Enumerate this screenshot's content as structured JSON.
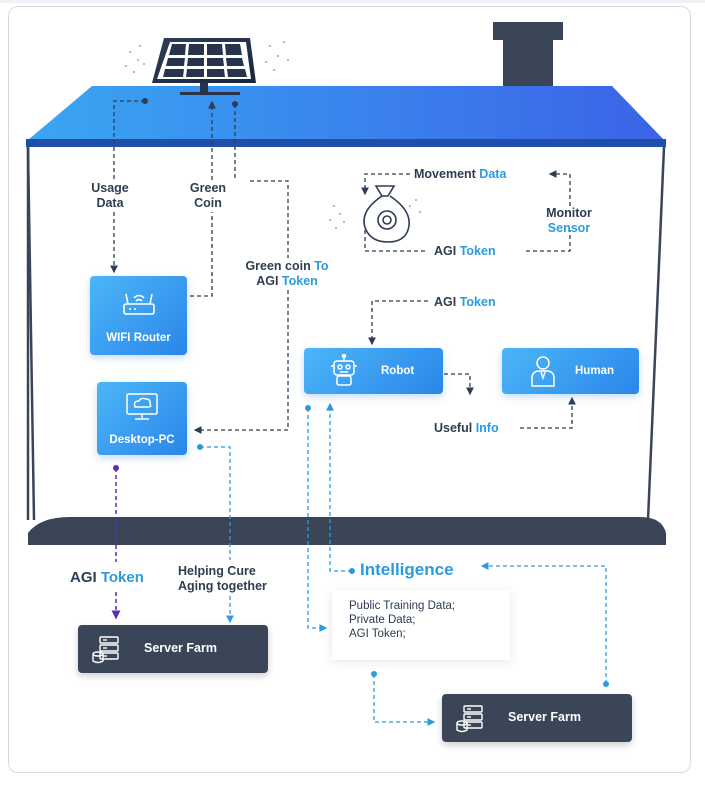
{
  "colors": {
    "roof": "#3a8ef0",
    "roof_edge": "#1f4fa8",
    "accent_text": "#2a9be0",
    "dark_text": "#2e3d52",
    "card_blue": "#3a9cf0",
    "dark_card": "#3a4558",
    "purple_line": "#5a2fb8"
  },
  "labels": {
    "usage_data": [
      "Usage",
      "Data"
    ],
    "green_coin": [
      "Green",
      "Coin"
    ],
    "green_coin_to_agi": {
      "part1": "Green coin ",
      "part2": "To",
      "line2a": "AGI ",
      "line2b": "Token"
    },
    "movement_data": {
      "part1": "Movement ",
      "part2": "Data"
    },
    "monitor_sensor": {
      "line1": "Monitor",
      "line2": "Sensor"
    },
    "agi_token_loop": {
      "part1": "AGI ",
      "part2": "Token"
    },
    "agi_token_robot": {
      "part1": "AGI ",
      "part2": "Token"
    },
    "useful_info": {
      "part1": "Useful ",
      "part2": "Info"
    },
    "agi_token_bottom": {
      "part1": "AGI ",
      "part2": "Token"
    },
    "helping_cure": [
      "Helping Cure",
      "Aging together"
    ],
    "intelligence": "Intelligence"
  },
  "cards": {
    "wifi_router": "WIFI Router",
    "desktop_pc": "Desktop-PC",
    "robot": "Robot",
    "human": "Human",
    "server_farm_left": "Server Farm",
    "server_farm_right": "Server Farm"
  },
  "data_box": [
    "Public Training Data;",
    "Private Data;",
    "AGI Token;"
  ],
  "icons": [
    "solar-panel-icon",
    "chimney-icon",
    "router-icon",
    "desktop-cloud-icon",
    "robot-icon",
    "human-icon",
    "server-icon",
    "gear-bag-icon"
  ]
}
